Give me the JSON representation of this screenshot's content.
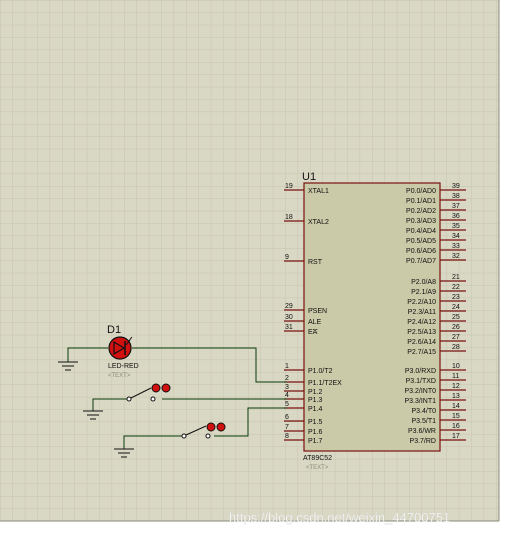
{
  "schematic": {
    "ic": {
      "ref": "U1",
      "part": "AT89C52",
      "text_placeholder": "<TEXT>",
      "left_pins": [
        {
          "num": "19",
          "name": "XTAL1",
          "overline": false
        },
        {
          "num": "18",
          "name": "XTAL2",
          "overline": false
        },
        {
          "num": "9",
          "name": "RST",
          "overline": false
        },
        {
          "num": "29",
          "name": "PSEN",
          "overline": true
        },
        {
          "num": "30",
          "name": "ALE",
          "overline": false
        },
        {
          "num": "31",
          "name": "EA",
          "overline": true
        },
        {
          "num": "1",
          "name": "P1.0/T2",
          "overline": false
        },
        {
          "num": "2",
          "name": "P1.1/T2EX",
          "overline": false
        },
        {
          "num": "3",
          "name": "P1.2",
          "overline": false
        },
        {
          "num": "4",
          "name": "P1.3",
          "overline": false
        },
        {
          "num": "5",
          "name": "P1.4",
          "overline": false
        },
        {
          "num": "6",
          "name": "P1.5",
          "overline": false
        },
        {
          "num": "7",
          "name": "P1.6",
          "overline": false
        },
        {
          "num": "8",
          "name": "P1.7",
          "overline": false
        }
      ],
      "right_pins": [
        {
          "num": "39",
          "name": "P0.0/AD0"
        },
        {
          "num": "38",
          "name": "P0.1/AD1"
        },
        {
          "num": "37",
          "name": "P0.2/AD2"
        },
        {
          "num": "36",
          "name": "P0.3/AD3"
        },
        {
          "num": "35",
          "name": "P0.4/AD4"
        },
        {
          "num": "34",
          "name": "P0.5/AD5"
        },
        {
          "num": "33",
          "name": "P0.6/AD6"
        },
        {
          "num": "32",
          "name": "P0.7/AD7"
        },
        {
          "num": "21",
          "name": "P2.0/A8"
        },
        {
          "num": "22",
          "name": "P2.1/A9"
        },
        {
          "num": "23",
          "name": "P2.2/A10"
        },
        {
          "num": "24",
          "name": "P2.3/A11"
        },
        {
          "num": "25",
          "name": "P2.4/A12"
        },
        {
          "num": "26",
          "name": "P2.5/A13"
        },
        {
          "num": "27",
          "name": "P2.6/A14"
        },
        {
          "num": "28",
          "name": "P2.7/A15"
        },
        {
          "num": "10",
          "name": "P3.0/RXD"
        },
        {
          "num": "11",
          "name": "P3.1/TXD"
        },
        {
          "num": "12",
          "name": "P3.2/INT0"
        },
        {
          "num": "13",
          "name": "P3.3/INT1"
        },
        {
          "num": "14",
          "name": "P3.4/T0"
        },
        {
          "num": "15",
          "name": "P3.5/T1"
        },
        {
          "num": "16",
          "name": "P3.6/WR"
        },
        {
          "num": "17",
          "name": "P3.7/RD"
        }
      ]
    },
    "led": {
      "ref": "D1",
      "part": "LED-RED",
      "text_placeholder": "<TEXT>"
    },
    "watermark": "https://blog.csdn.net/weixin_44700751",
    "colors": {
      "background": "#ffffff",
      "sheet": "#d9d8c4",
      "grid": "#c6c5ad",
      "ic_body": "#cac9a8",
      "ic_border": "#7a1010",
      "pin": "#7a1010",
      "wire": "#0a3a0a",
      "led_body": "#d11010",
      "ground": "#101010"
    }
  }
}
